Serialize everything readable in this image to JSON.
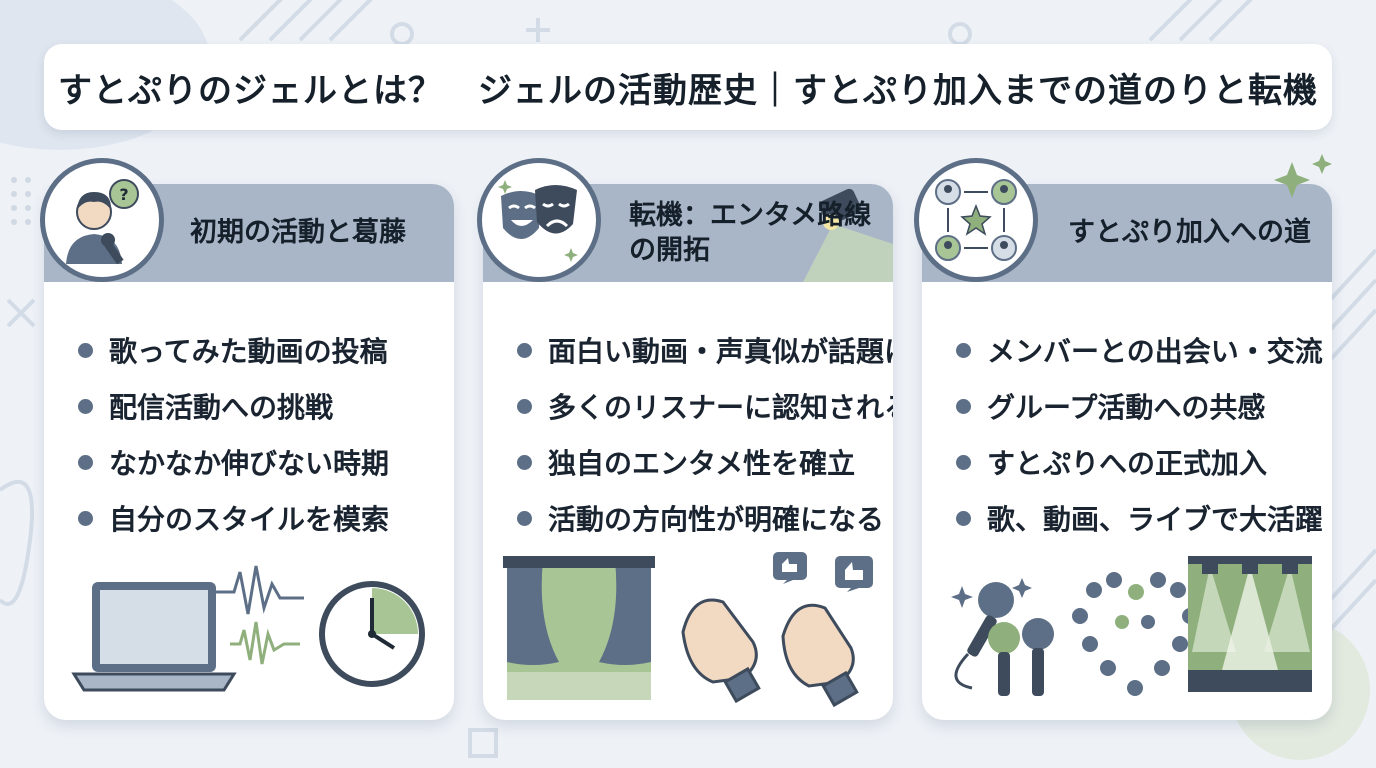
{
  "title": "すとぷりのジェルとは？　ジェルの活動歴史｜すとぷり加入までの道のりと転機",
  "colors": {
    "background": "#eef2f7",
    "header_band": "#a9b6c8",
    "accent_slate": "#5d6f86",
    "accent_green": "#8fb07c",
    "ink": "#15202b"
  },
  "cards": [
    {
      "title": "初期の活動と葛藤",
      "icon": "singer-icon",
      "items": [
        "歌ってみた動画の投稿",
        "配信活動への挑戦",
        "なかなか伸びない時期",
        "自分のスタイルを模索"
      ],
      "illustrations": [
        "laptop-icon",
        "sound-wave-icon",
        "clock-icon"
      ]
    },
    {
      "title": "転機：エンタメ路線の開拓",
      "icon": "theater-masks-icon",
      "items": [
        "面白い動画・声真似が話題に",
        "多くのリスナーに認知される",
        "独自のエンタメ性を確立",
        "活動の方向性が明確になる"
      ],
      "illustrations": [
        "stage-curtain-icon",
        "clapping-hands-icon",
        "like-bubble-icon"
      ]
    },
    {
      "title": "すとぷり加入への道",
      "icon": "member-network-icon",
      "items": [
        "メンバーとの出会い・交流",
        "グループ活動への共感",
        "すとぷりへの正式加入",
        "歌、動画、ライブで大活躍"
      ],
      "illustrations": [
        "microphones-icon",
        "crowd-heart-icon",
        "stage-lights-icon"
      ]
    }
  ]
}
